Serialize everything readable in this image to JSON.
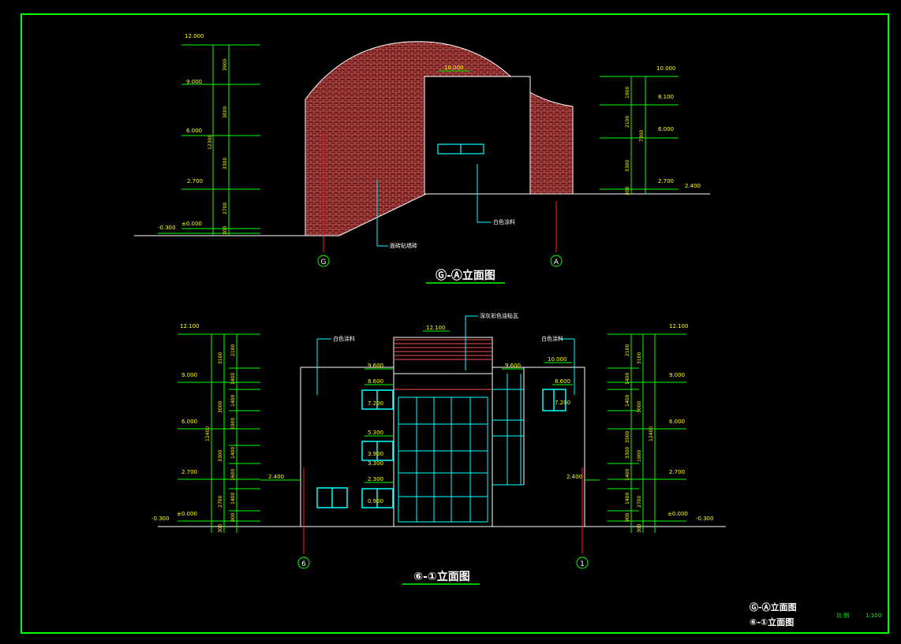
{
  "colors": {
    "background": "#000000",
    "frame": "#00ff00",
    "dimension": "#00ff00",
    "outline": "#ffffff",
    "brick": "#7a1a1a",
    "brick_mortar": "#d0a0a0",
    "glass": "#00ffff",
    "axis_line": "#ff2020",
    "annotation": "#00ffff",
    "dim_text": "#ffff00",
    "title": "#ffffff",
    "roof_stripe": "#ff5050"
  },
  "top_view": {
    "title": "Ⓖ-Ⓐ立面图",
    "axis_left": "G",
    "axis_right": "A",
    "left_levels": [
      "12.000",
      "9.000",
      "6.000",
      "2.700",
      "±0.000",
      "-0.300"
    ],
    "left_segments": [
      "3900",
      "3000",
      "3300",
      "2700",
      "300"
    ],
    "left_total": "12300",
    "right_levels": [
      "10.000",
      "8.100",
      "6.000",
      "2.700",
      "2.400"
    ],
    "right_segments": [
      "1900",
      "2100",
      "3300",
      "300"
    ],
    "right_total": "7300",
    "center_level": "10.000",
    "label_paint": "白色涂料",
    "label_brick": "面砖贴墙砖"
  },
  "bottom_view": {
    "title": "⑥-①立面图",
    "axis_left": "6",
    "axis_right": "1",
    "left_levels": [
      "12.100",
      "9.000",
      "6.000",
      "2.700",
      "±0.000",
      "-0.300"
    ],
    "left_segments": [
      "2100",
      "3100",
      "1400",
      "3000",
      "1400",
      "1900",
      "3300",
      "1400",
      "1600",
      "2700",
      "1400",
      "900",
      "300"
    ],
    "left_total": "12400",
    "right_levels": [
      "12.100",
      "9.000",
      "6.000",
      "2.700",
      "±0.000",
      "-0.300"
    ],
    "right_segments": [
      "2100",
      "3100",
      "1400",
      "3000",
      "1400",
      "3500",
      "1900",
      "3300",
      "1400",
      "2700",
      "1400",
      "900",
      "300"
    ],
    "right_total": "12400",
    "level_2400_left": "2.400",
    "level_2400_right": "2.400",
    "roof_level": "12.100",
    "mid_levels": [
      "9.600",
      "8.600",
      "7.200",
      "5.300",
      "3.900",
      "3.300",
      "2.300",
      "0.900"
    ],
    "right_mid_levels": [
      "9.600",
      "10.000",
      "8.600",
      "7.200"
    ],
    "label_paint_left": "白色涂料",
    "label_paint_right": "白色涂料",
    "label_roof": "深灰彩色油毡瓦"
  },
  "legend": {
    "item1": "Ⓖ-Ⓐ立面图",
    "item2": "⑥-①立面图",
    "scale_label": "比 例",
    "scale_value": "1:100"
  }
}
